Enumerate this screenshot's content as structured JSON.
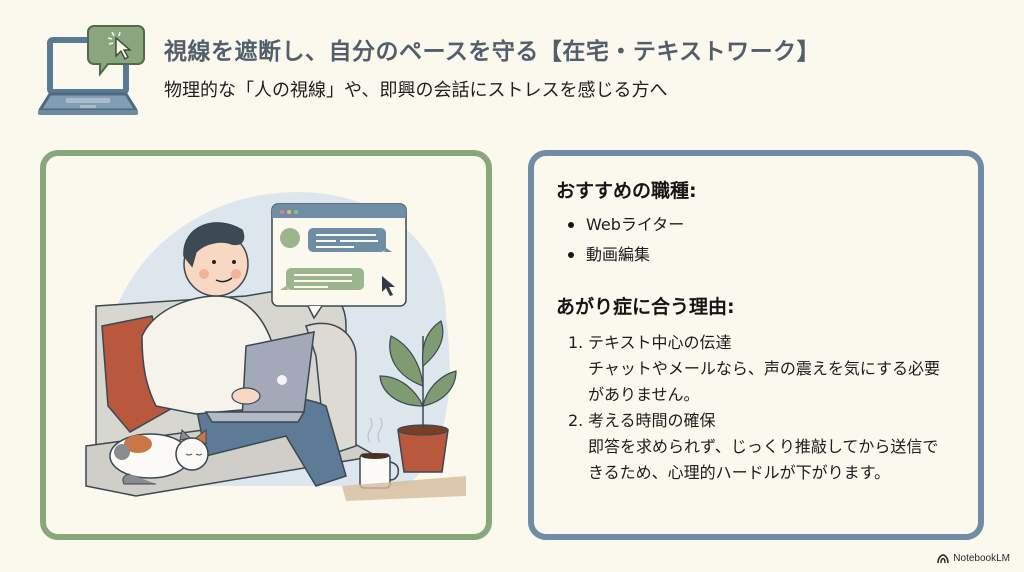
{
  "header": {
    "title": "視線を遮断し、自分のペースを守る【在宅・テキストワーク】",
    "subtitle": "物理的な「人の視線」や、即興の会話にストレスを感じる方へ",
    "icon": "laptop-chat-cursor-icon"
  },
  "illustration": {
    "description": "person-working-on-laptop-on-sofa-with-cat-plant-coffee",
    "chat_window_icon": "chat-window-icon"
  },
  "recommended": {
    "title": "おすすめの職種:",
    "items": [
      {
        "label": "Webライター"
      },
      {
        "label": "動画編集"
      }
    ]
  },
  "reasons": {
    "title": "あがり症に合う理由:",
    "items": [
      {
        "number": "1.",
        "heading": "テキスト中心の伝達",
        "description": "チャットやメールなら、声の震えを気にする必要がありません。"
      },
      {
        "number": "2.",
        "heading": "考える時間の確保",
        "description": "即答を求められず、じっくり推敲してから送信できるため、心理的ハードルが下がります。"
      }
    ]
  },
  "footer": {
    "brand": "NotebookLM",
    "brand_icon": "notebooklm-logo-icon"
  },
  "colors": {
    "background": "#fbf8ee",
    "title": "#525f6b",
    "left_border": "#8aa67e",
    "right_border": "#6f8da5"
  }
}
